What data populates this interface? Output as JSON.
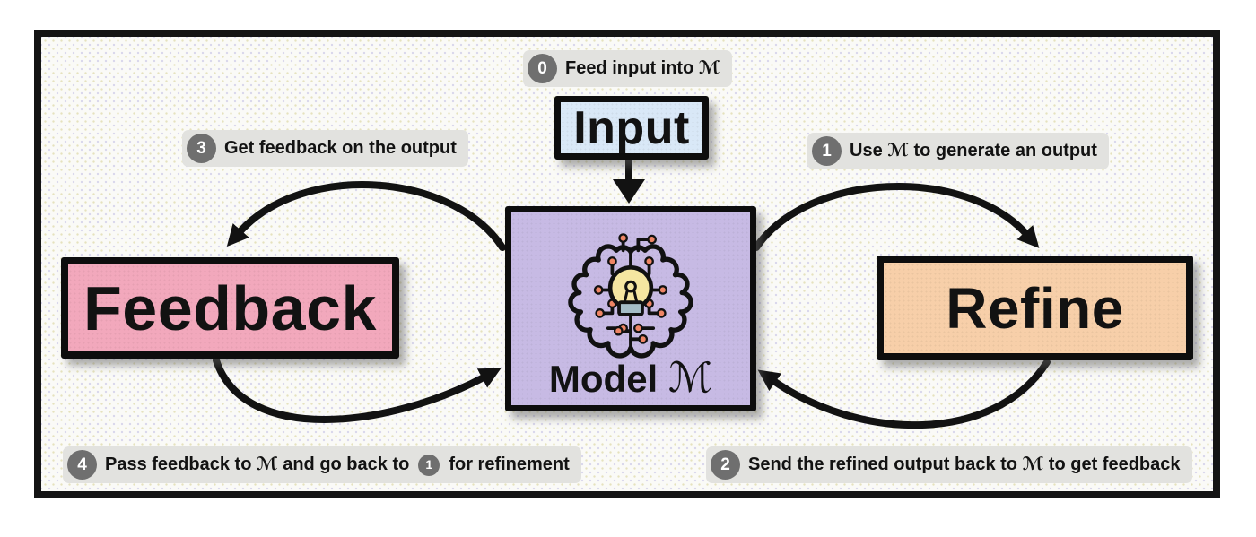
{
  "diagram": {
    "nodes": {
      "input": {
        "label": "Input",
        "fill": "#d9e8f7"
      },
      "model": {
        "label": "Model",
        "symbol": "ℳ",
        "fill": "#c7bae4"
      },
      "feedback": {
        "label": "Feedback",
        "fill": "#f2a8bc"
      },
      "refine": {
        "label": "Refine",
        "fill": "#f7cfa9"
      }
    },
    "steps": [
      {
        "number": "0",
        "text": "Feed input into ℳ"
      },
      {
        "number": "1",
        "text": "Use ℳ to generate an output"
      },
      {
        "number": "2",
        "text": "Send the refined output back to ℳ to get feedback"
      },
      {
        "number": "3",
        "text": "Get feedback on the output"
      },
      {
        "number": "4",
        "text_before": "Pass feedback to ℳ and go back to",
        "inline_badge": "1",
        "text_after": "for refinement"
      }
    ],
    "edges": [
      {
        "from": "input",
        "to": "model",
        "step": "0"
      },
      {
        "from": "model",
        "to": "refine",
        "step": "1"
      },
      {
        "from": "refine",
        "to": "model",
        "step": "2"
      },
      {
        "from": "model",
        "to": "feedback",
        "step": "3"
      },
      {
        "from": "feedback",
        "to": "model",
        "step": "4"
      }
    ],
    "colors": {
      "frame_border": "#141414",
      "canvas_bg": "#fafaf7",
      "pill_bg": "#e2e2df",
      "badge_bg": "#6f6f6f",
      "arrow": "#121212",
      "bulb": "#f5e6a1",
      "bulb_base": "#a4bcc6",
      "circuit_dot": "#ee8565"
    }
  }
}
